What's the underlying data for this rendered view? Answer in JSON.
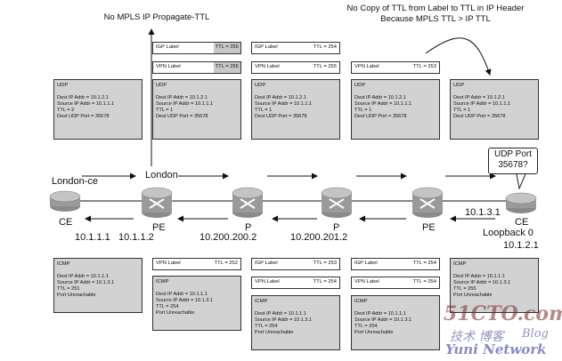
{
  "titles": {
    "no_propagate": "No MPLS IP Propagate-TTL",
    "no_copy": "No Copy of TTL from Label to TTL in IP Header Because MPLS TTL > IP TTL"
  },
  "callout": "UDP Port 35678?",
  "nodes": {
    "london_ce": "London-ce",
    "london": "London",
    "ce_left": "CE",
    "pe_left": "PE",
    "p1": "P",
    "p2": "P",
    "pe_right": "PE",
    "ce_right": "CE",
    "loopback": "Loopback 0",
    "loopback_ip": "10.1.2.1"
  },
  "link_ips": {
    "a": "10.1.1.1",
    "b": "10.1.1.2",
    "c": "10.200.200.2",
    "d": "10.200.201.2",
    "e": "10.1.3.1"
  },
  "top_labels": [
    {
      "igp": "IGP Label",
      "igp_ttl": "TTL = 255",
      "vpn": "VPN Label",
      "vpn_ttl": "TTL = 255"
    },
    {
      "igp": "IGP Label",
      "igp_ttl": "TTL = 254",
      "vpn": "VPN Label",
      "vpn_ttl": "TTL = 255"
    },
    {
      "vpn": "VPN Label",
      "vpn_ttl": "TTL = 253"
    }
  ],
  "udp_boxes": [
    {
      "hdr": "UDP",
      "l1": "Dest IP Addr = 10.1.2.1",
      "l2": "Source IP Addr = 10.1.1.1",
      "l3": "TTL = 2",
      "l4": "Dest UDP Port = 35678"
    },
    {
      "hdr": "UDP",
      "l1": "Dest IP Addr = 10.1.2.1",
      "l2": "Source IP Addr = 10.1.1.1",
      "l3": "TTL = 1",
      "l4": "Dest UDP Port = 35678"
    },
    {
      "hdr": "UDP",
      "l1": "Dest IP Addr = 10.1.2.1",
      "l2": "Source IP Addr = 10.1.1.1",
      "l3": "TTL = 1",
      "l4": "Dest UDP Port = 35678"
    },
    {
      "hdr": "UDP",
      "l1": "Dest IP Addr = 10.1.2.1",
      "l2": "Source IP Addr = 10.1.1.1",
      "l3": "TTL = 1",
      "l4": "Dest UDP Port = 35678"
    },
    {
      "hdr": "UDP",
      "l1": "Dest IP Addr = 10.1.2.1",
      "l2": "Source IP Addr = 10.1.1.1",
      "l3": "TTL = 1",
      "l4": "Dest UDP Port = 35678"
    }
  ],
  "bottom_labels": [
    {
      "vpn": "VPN Label",
      "vpn_ttl": "TTL = 252"
    },
    {
      "igp": "IGP Label",
      "igp_ttl": "TTL = 253",
      "vpn": "VPN Label",
      "vpn_ttl": "TTL = 254"
    },
    {
      "igp": "IGP Label",
      "igp_ttl": "TTL = 254",
      "vpn": "VPN Label",
      "vpn_ttl": "TTL = 254"
    }
  ],
  "icmp_boxes": [
    {
      "hdr": "ICMP",
      "l1": "Dest IP Addr = 10.1.1.1",
      "l2": "Source IP Addr = 10.1.3.1",
      "l3": "TTL = 251",
      "l4": "Port Unreachable"
    },
    {
      "hdr": "ICMP",
      "l1": "Dest IP Addr = 10.1.1.1",
      "l2": "Source IP Addr = 10.1.3.1",
      "l3": "TTL = 254",
      "l4": "Port Unreachable"
    },
    {
      "hdr": "ICMP",
      "l1": "Dest IP Addr = 10.1.1.1",
      "l2": "Source IP Addr = 10.1.3.1",
      "l3": "TTL = 254",
      "l4": "Port Unreachable"
    },
    {
      "hdr": "ICMP",
      "l1": "Dest IP Addr = 10.1.1.1",
      "l2": "Source IP Addr = 10.1.3.1",
      "l3": "TTL = 254",
      "l4": "Port Unreachable"
    },
    {
      "hdr": "ICMP",
      "l1": "Dest IP Addr = 10.1.1.1",
      "l2": "Source IP Addr = 10.1.3.1",
      "l3": "TTL = 255",
      "l4": "Port Unreachable"
    }
  ],
  "watermark": {
    "domain": "51CTO.com",
    "cn": "技术 博客",
    "blog": "Blog",
    "site": "Yuni Network"
  },
  "colors": {
    "box_fill": "#d2d2d2",
    "watermark": "#3a3a8c"
  }
}
